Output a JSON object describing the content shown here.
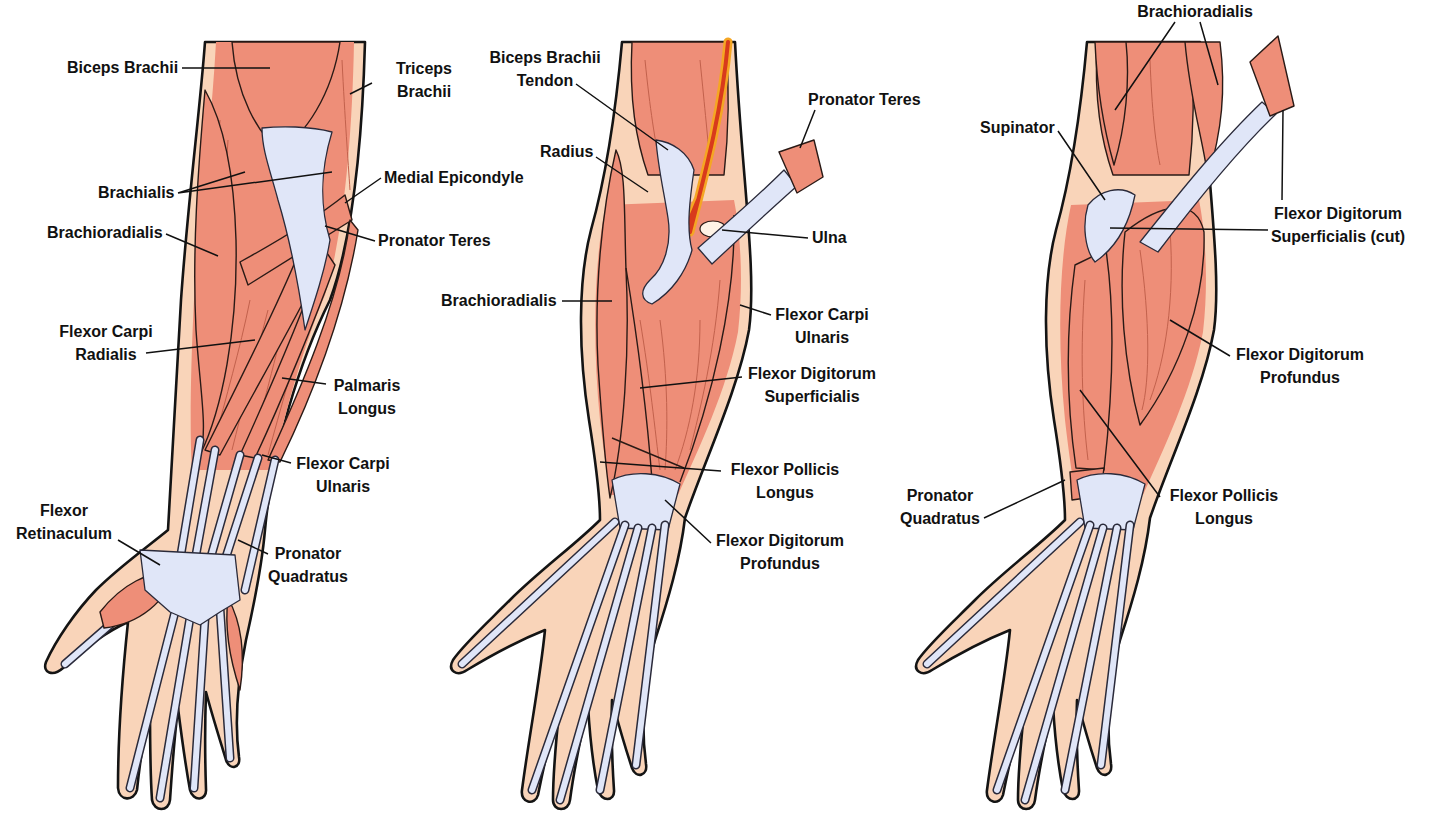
{
  "diagram": {
    "labels": [
      "Biceps Brachii",
      "Triceps Brachii",
      "Brachialis",
      "Medial Epicondyle",
      "Brachioradialis",
      "Pronator Teres",
      "Flexor Carpi Radialis",
      "Palmaris Longus",
      "Flexor Carpi Ulnaris",
      "Flexor Retinaculum",
      "Pronator Quadratus",
      "Biceps Brachii Tendon",
      "Pronator Teres",
      "Radius",
      "Ulna",
      "Brachioradialis",
      "Flexor Carpi Ulnaris",
      "Flexor Digitorum Superficialis",
      "Flexor Pollicis Longus",
      "Flexor Digitorum Profundus",
      "Brachioradialis",
      "Supinator",
      "Flexor Digitorum Superficialis (cut)",
      "Flexor Digitorum Profundus",
      "Pronator Quadratus",
      "Flexor Pollicis Longus"
    ]
  }
}
